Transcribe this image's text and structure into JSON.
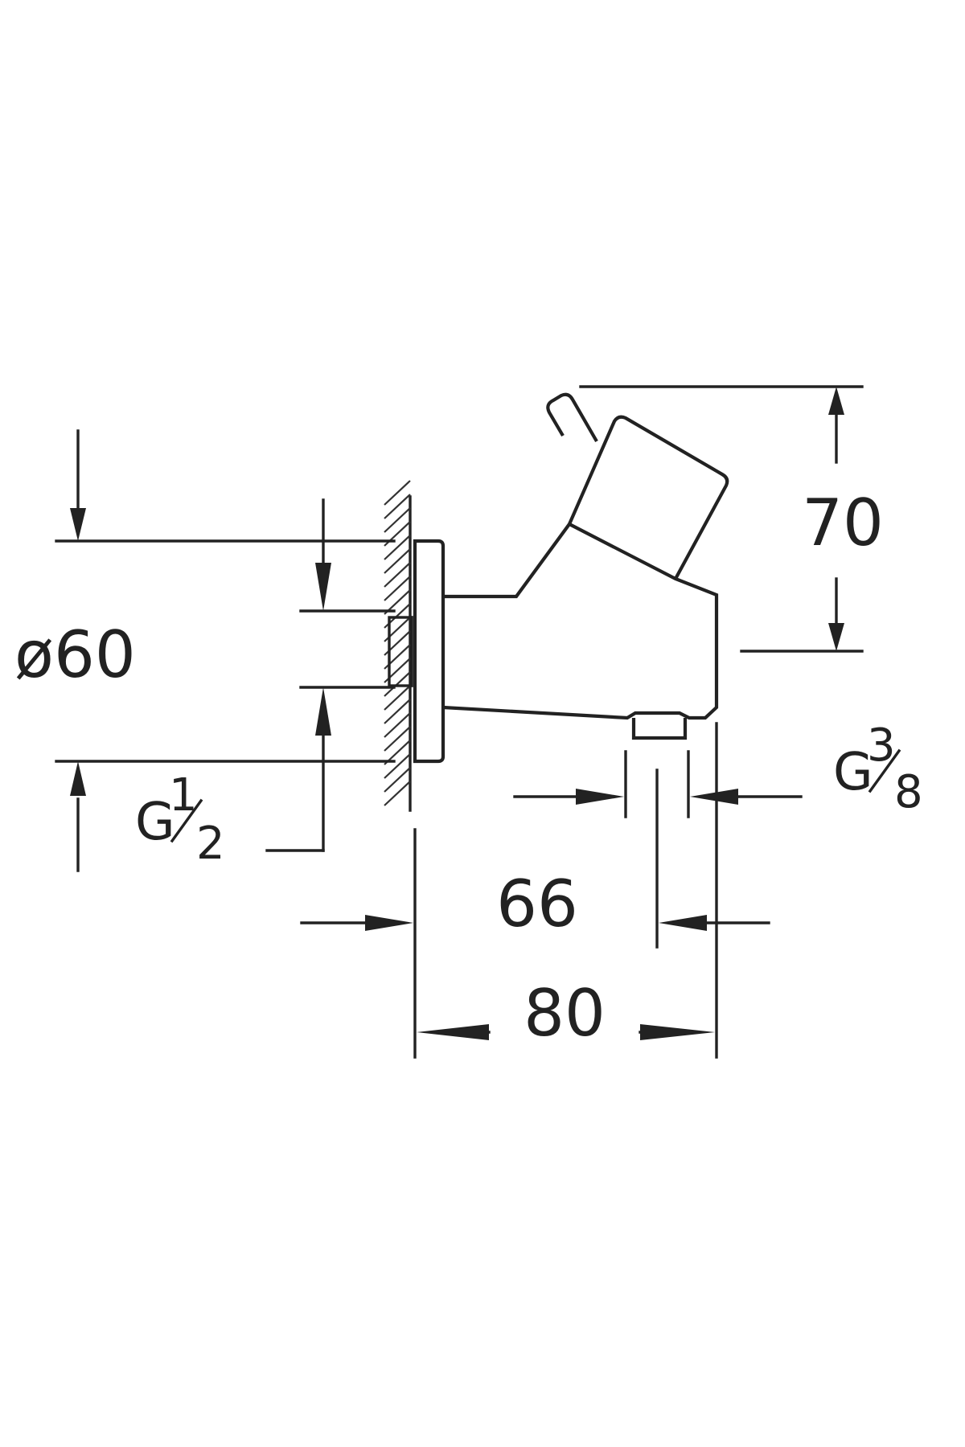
{
  "dimensions": {
    "height_label": "70",
    "diameter_label": "ø60",
    "depth_label": "66",
    "width_label": "80"
  },
  "threads": {
    "inlet": {
      "letter": "G",
      "numerator": "1",
      "denominator": "2"
    },
    "outlet": {
      "letter": "G",
      "numerator": "3",
      "denominator": "8"
    }
  },
  "colors": {
    "line": "#222222",
    "background": "#ffffff"
  }
}
